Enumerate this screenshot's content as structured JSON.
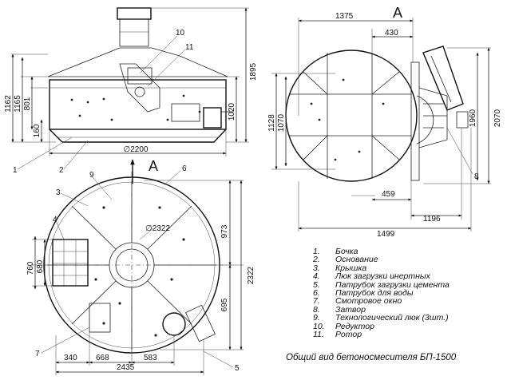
{
  "views": {
    "view_a_label": "A",
    "arrow_a_label": "A"
  },
  "front_view": {
    "dims": {
      "d1162": "1162",
      "d1165": "1165",
      "d801": "801",
      "d160": "160",
      "d1895": "1895",
      "d1020": "1020",
      "d2200": "∅2200"
    },
    "callouts": {
      "c1": "1",
      "c2": "2",
      "c10": "10",
      "c11": "11"
    }
  },
  "top_view": {
    "dims": {
      "d1375": "1375",
      "d430": "430",
      "d1128": "1128",
      "d1070": "1070",
      "d1960": "1960",
      "d2070": "2070",
      "d459": "459",
      "d1196": "1196",
      "d1499": "1499"
    },
    "callouts": {
      "c8": "8"
    }
  },
  "plan_view": {
    "dims": {
      "d2322a": "∅2322",
      "d973": "973",
      "d2322": "2322",
      "d695": "695",
      "d760": "760",
      "d680": "680",
      "d340": "340",
      "d668": "668",
      "d583": "583",
      "d2435": "2435"
    },
    "callouts": {
      "c3": "3",
      "c4": "4",
      "c5": "5",
      "c6": "6",
      "c7": "7",
      "c9": "9"
    }
  },
  "legend": [
    {
      "num": "1.",
      "text": "Бочка"
    },
    {
      "num": "2.",
      "text": "Основание"
    },
    {
      "num": "3.",
      "text": "Крышка"
    },
    {
      "num": "4.",
      "text": "Люк загрузки инертных"
    },
    {
      "num": "5.",
      "text": "Патрубок загрузки цемента"
    },
    {
      "num": "6.",
      "text": "Патрубок для воды"
    },
    {
      "num": "7.",
      "text": "Смотровое окно"
    },
    {
      "num": "8.",
      "text": "Затвор"
    },
    {
      "num": "9.",
      "text": "Технологический люк (3шт.)"
    },
    {
      "num": "10.",
      "text": "Редуктор"
    },
    {
      "num": "11.",
      "text": "Ротор"
    }
  ],
  "caption": "Общий вид бетоносмесителя БП-1500"
}
